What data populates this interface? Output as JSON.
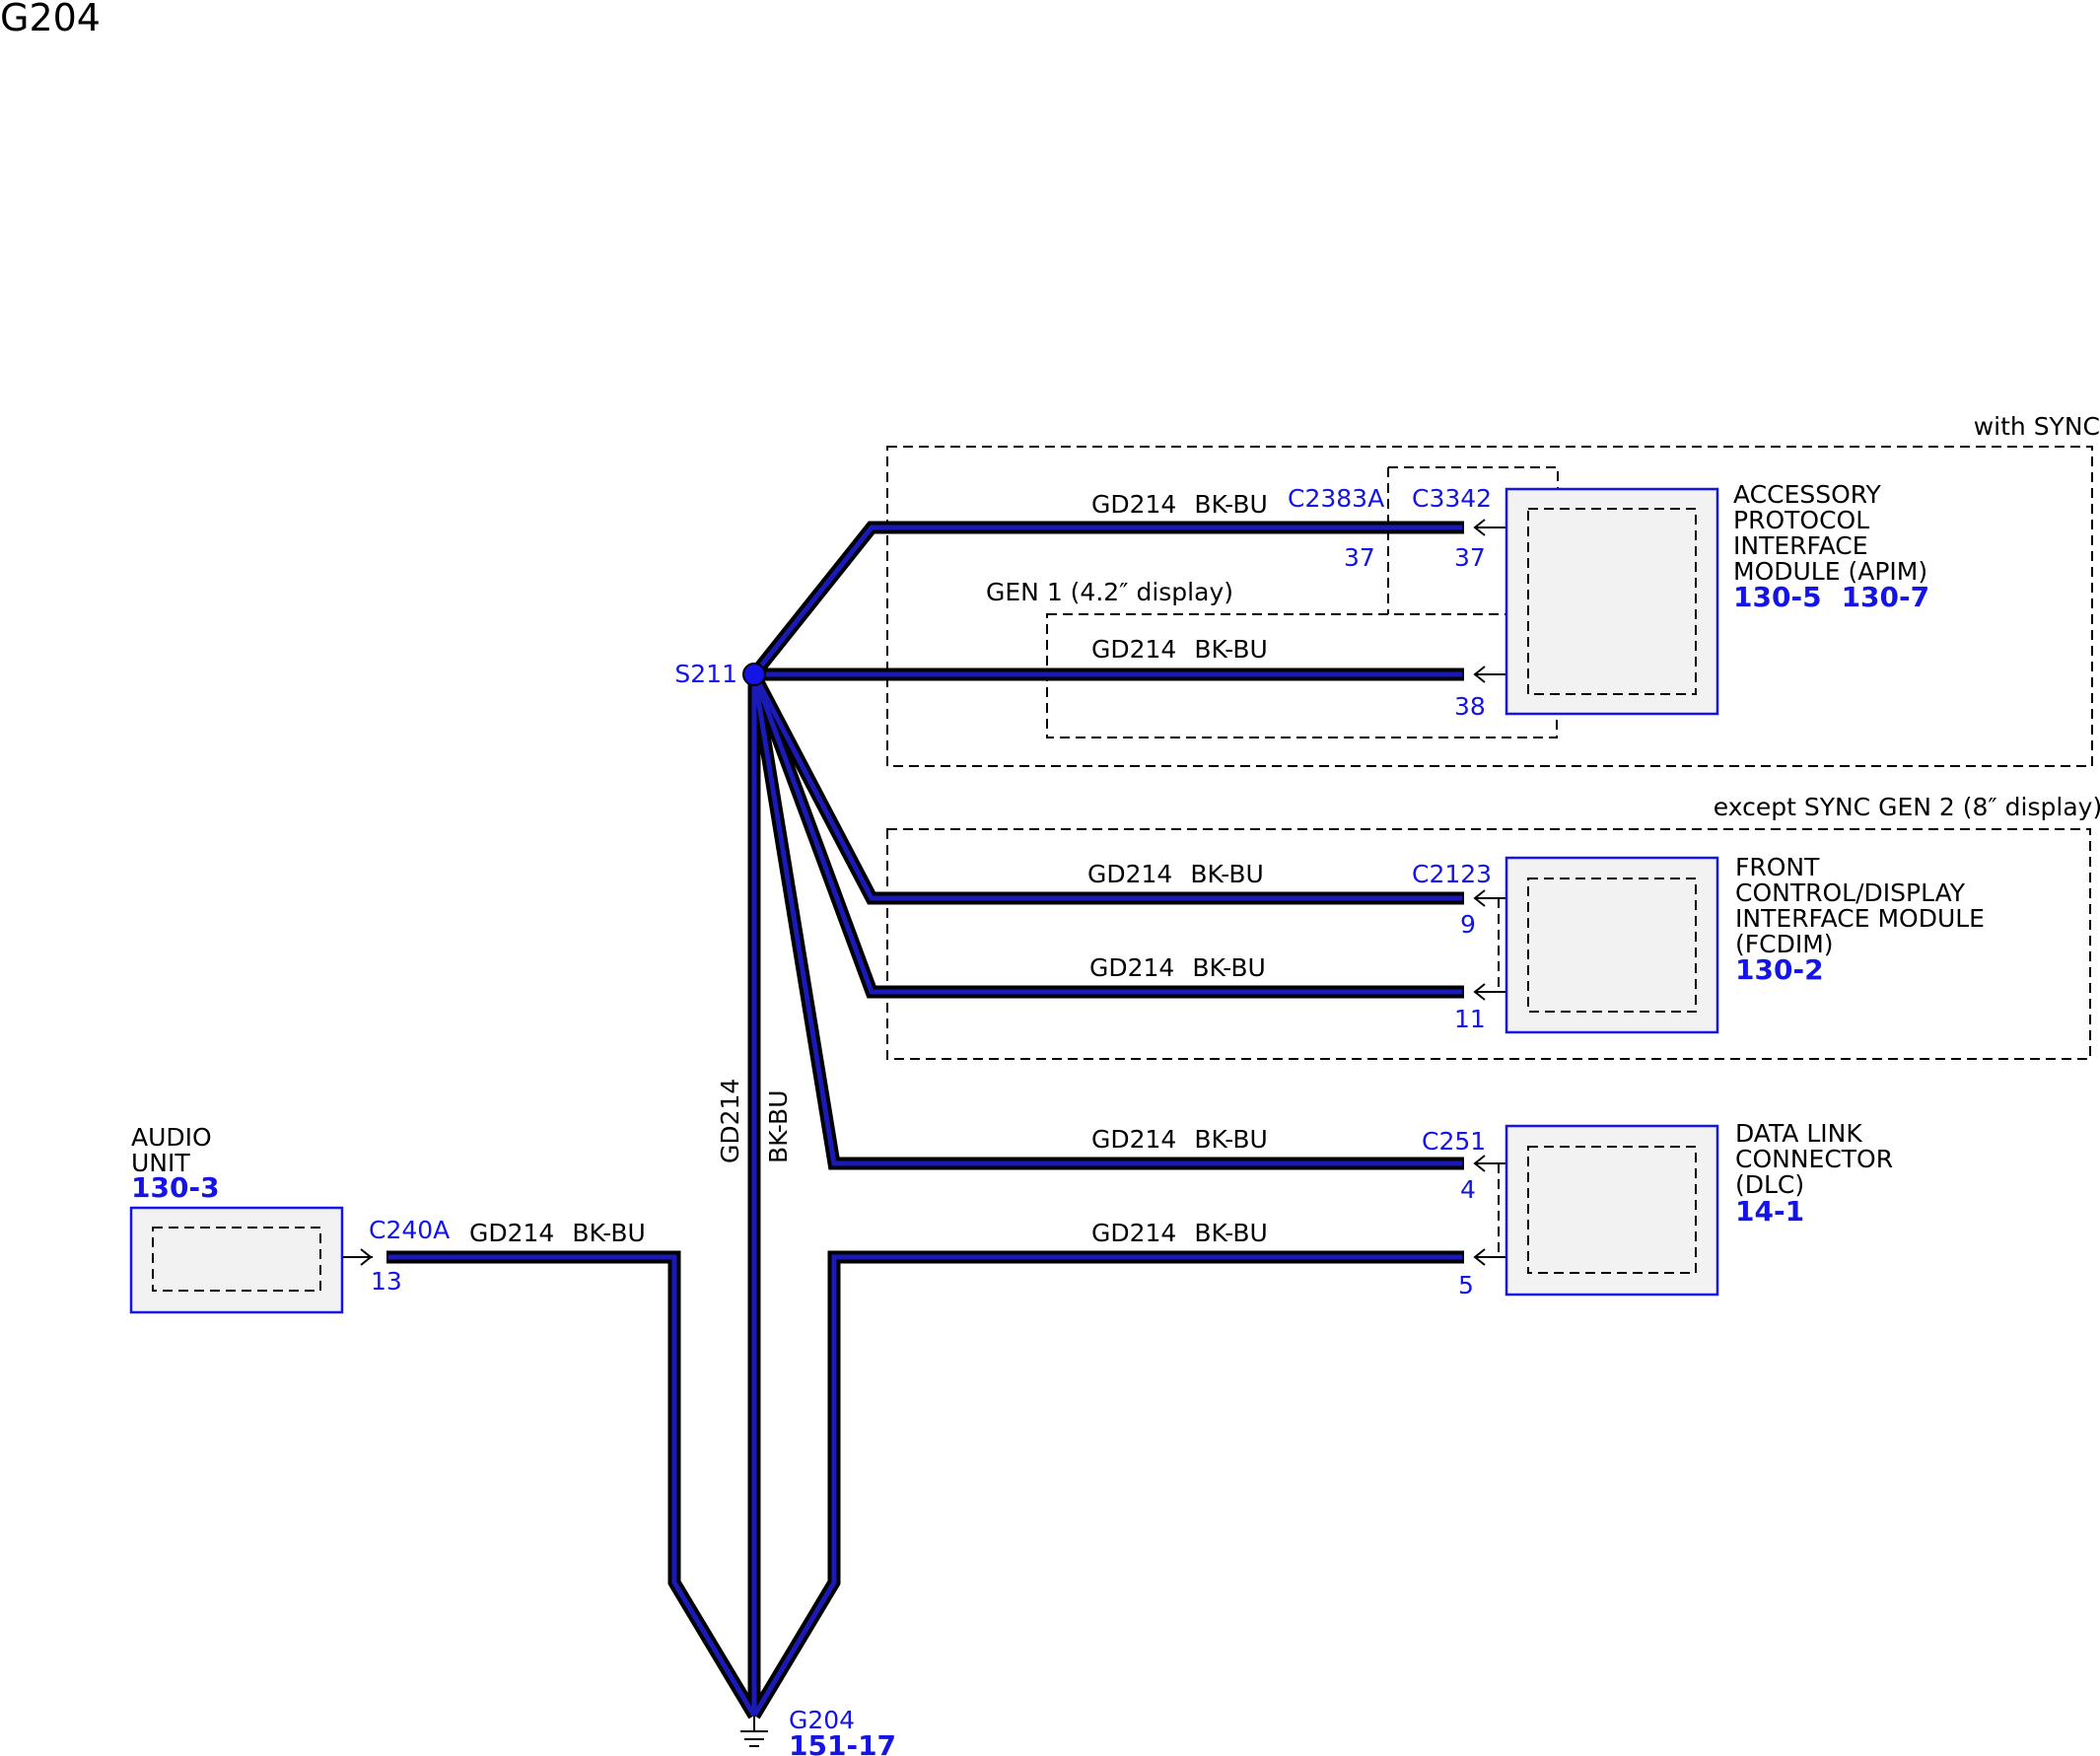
{
  "title": "G204",
  "option_boxes": {
    "with_sync": "with SYNC",
    "gen1": "GEN 1 (4.2″ display)",
    "except_sync_gen2": "except SYNC GEN 2 (8″ display)"
  },
  "splice": {
    "id": "S211"
  },
  "trunk": {
    "circuit": "GD214",
    "color": "BK-BU"
  },
  "ground": {
    "id": "G204",
    "ref": "151-17"
  },
  "wire_labels": [
    {
      "circuit": "GD214",
      "color": "BK-BU"
    },
    {
      "circuit": "GD214",
      "color": "BK-BU"
    },
    {
      "circuit": "GD214",
      "color": "BK-BU"
    },
    {
      "circuit": "GD214",
      "color": "BK-BU"
    },
    {
      "circuit": "GD214",
      "color": "BK-BU"
    },
    {
      "circuit": "GD214",
      "color": "BK-BU"
    },
    {
      "circuit": "GD214",
      "color": "BK-BU"
    }
  ],
  "connectors": {
    "c2383a": {
      "name": "C2383A",
      "pin": "37"
    },
    "c3342": {
      "name": "C3342",
      "pins": [
        "37",
        "38"
      ]
    },
    "c2123": {
      "name": "C2123",
      "pins": [
        "9",
        "11"
      ]
    },
    "c251": {
      "name": "C251",
      "pins": [
        "4",
        "5"
      ]
    },
    "c240a": {
      "name": "C240A",
      "pin": "13"
    }
  },
  "modules": {
    "apim": {
      "lines": [
        "ACCESSORY",
        "PROTOCOL",
        "INTERFACE",
        "MODULE (APIM)"
      ],
      "refs": [
        "130-5",
        "130-7"
      ]
    },
    "fcdim": {
      "lines": [
        "FRONT",
        "CONTROL/DISPLAY",
        "INTERFACE MODULE",
        "(FCDIM)"
      ],
      "refs": [
        "130-2"
      ]
    },
    "dlc": {
      "lines": [
        "DATA LINK",
        "CONNECTOR",
        "(DLC)"
      ],
      "refs": [
        "14-1"
      ]
    },
    "audio": {
      "lines": [
        "AUDIO",
        "UNIT"
      ],
      "refs": [
        "130-3"
      ]
    }
  },
  "colors": {
    "wire_fill": "#1a1ab8",
    "wire_outline": "#000000",
    "label_blue": "#1414e6",
    "module_fill": "#f2f2f2"
  }
}
